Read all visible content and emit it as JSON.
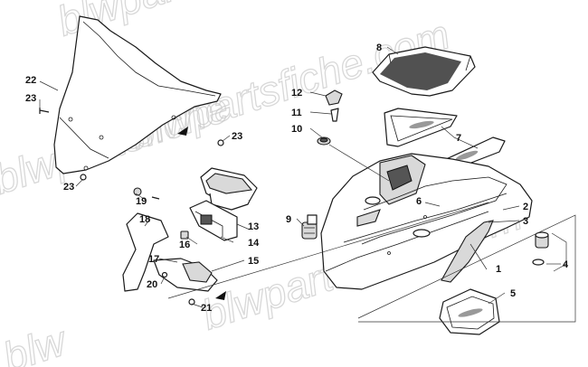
{
  "watermarks": [
    "blwpartsfiche.com",
    "blwpartsfiche.com",
    "blwpartsfiche",
    "blwpartsfiche.com",
    "blw"
  ],
  "callouts": [
    "1",
    "2",
    "3",
    "4",
    "5",
    "6",
    "7",
    "8",
    "9",
    "10",
    "11",
    "12",
    "13",
    "14",
    "15",
    "16",
    "17",
    "18",
    "19",
    "20",
    "21",
    "22",
    "23",
    "23",
    "23"
  ]
}
